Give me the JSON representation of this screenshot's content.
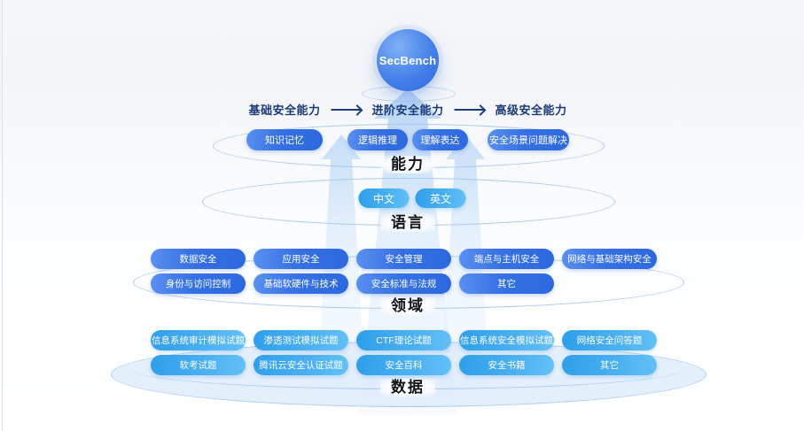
{
  "diagram": {
    "logo": "SecBench",
    "flow": {
      "stages": [
        "基础安全能力",
        "进阶安全能力",
        "高级安全能力"
      ]
    },
    "layers": [
      {
        "label": "能力",
        "pills": [
          "知识记忆",
          "逻辑推理",
          "理解表达",
          "安全场景问题解决"
        ]
      },
      {
        "label": "语言",
        "pills": [
          "中文",
          "英文"
        ]
      },
      {
        "label": "领域",
        "rows": [
          [
            "数据安全",
            "应用安全",
            "安全管理",
            "端点与主机安全",
            "网络与基础架构安全"
          ],
          [
            "身份与访问控制",
            "基础软硬件与技术",
            "安全标准与法规",
            "其它"
          ]
        ]
      },
      {
        "label": "数据",
        "rows": [
          [
            "信息系统审计模拟试题",
            "渗透测试模拟试题",
            "CTF理论试题",
            "信息系统安全模拟试题",
            "网络安全问答题"
          ],
          [
            "软考试题",
            "腾讯云安全认证试题",
            "安全百科",
            "安全书籍",
            "其它"
          ]
        ]
      }
    ],
    "colors": {
      "pill_blue": "#2d68de",
      "pill_cyan": "#3aa6f0",
      "flow_text": "#1a3a78",
      "disc_stroke": "#abc9ec",
      "bottom_disc_fill": "#d6e7fa"
    }
  }
}
